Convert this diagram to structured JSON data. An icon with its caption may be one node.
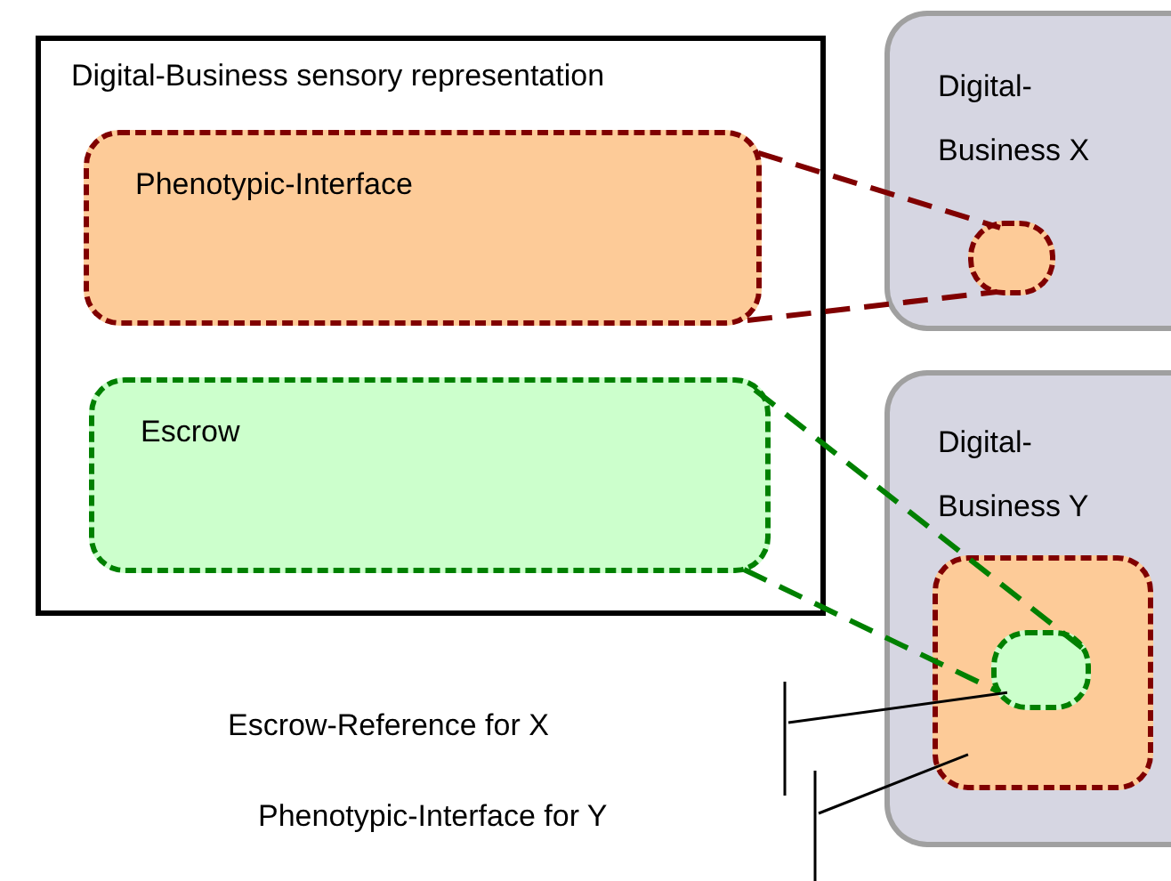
{
  "diagram": {
    "nodes": [
      {
        "text": [
          "Digital-Business sensory representation"
        ]
      },
      {
        "text": [
          "Phenotypic-Interface"
        ],
        "in": 0
      },
      {
        "text": [
          "Escrow"
        ],
        "in": 0
      },
      {
        "text": [
          "Digital- Business X"
        ]
      },
      {
        "text": [],
        "shape": "box",
        "in": 3
      },
      {
        "text": [
          "Digital- Business Y"
        ]
      },
      {
        "text": [],
        "shape": "box",
        "in": 5
      },
      {
        "text": [],
        "shape": "box",
        "in": 6
      },
      {
        "text": [
          "Escrow-Reference for X"
        ]
      },
      {
        "text": [
          "Phenotypic-Interface for Y"
        ]
      }
    ],
    "edges": [
      {
        "from": 1,
        "to": 4,
        "arrow": "none",
        "style": "dashed",
        "color": "#800000"
      },
      {
        "from": 1,
        "to": 4,
        "arrow": "none",
        "style": "dashed",
        "color": "#800000"
      },
      {
        "from": 2,
        "to": 7,
        "arrow": "none",
        "style": "dashed",
        "color": "#008000"
      },
      {
        "from": 2,
        "to": 7,
        "arrow": "none",
        "style": "dashed",
        "color": "#008000"
      },
      {
        "from": 8,
        "to": 7,
        "arrow": "none",
        "color": "#000000"
      },
      {
        "from": 9,
        "to": 6,
        "arrow": "none",
        "color": "#000000"
      }
    ]
  }
}
